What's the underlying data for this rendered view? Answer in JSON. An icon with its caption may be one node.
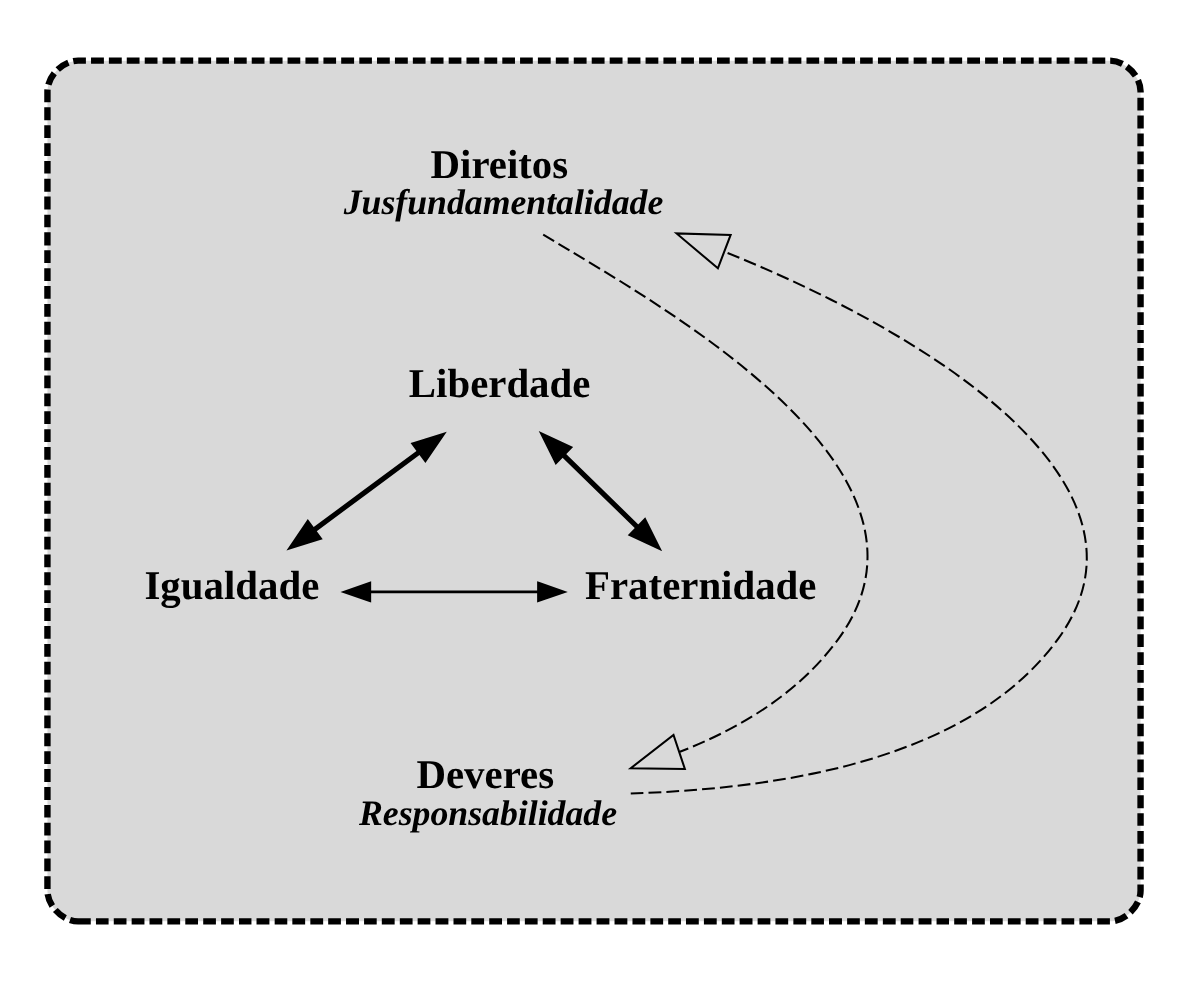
{
  "diagram": {
    "nodes": [
      {
        "text": [],
        "shape": "ellipse"
      },
      {
        "text": [
          "Direitos",
          "Jusfundamentalidade"
        ],
        "in": 0
      },
      {
        "text": [
          "Liberdade"
        ],
        "in": 0
      },
      {
        "text": [
          "Igualdade"
        ],
        "in": 0
      },
      {
        "text": [
          "Fraternidade"
        ],
        "in": 0
      },
      {
        "text": [
          "Deveres",
          "Responsabilidade"
        ],
        "in": 0
      }
    ],
    "edges": [
      {
        "from": 1,
        "to": 5,
        "arrow": "to",
        "style": "dashed"
      },
      {
        "from": 5,
        "to": 1,
        "arrow": "to",
        "style": "dashed"
      },
      {
        "from": 2,
        "to": 3,
        "arrow": "both"
      },
      {
        "from": 2,
        "to": 4,
        "arrow": "both"
      },
      {
        "from": 3,
        "to": 4,
        "arrow": "both"
      }
    ]
  }
}
